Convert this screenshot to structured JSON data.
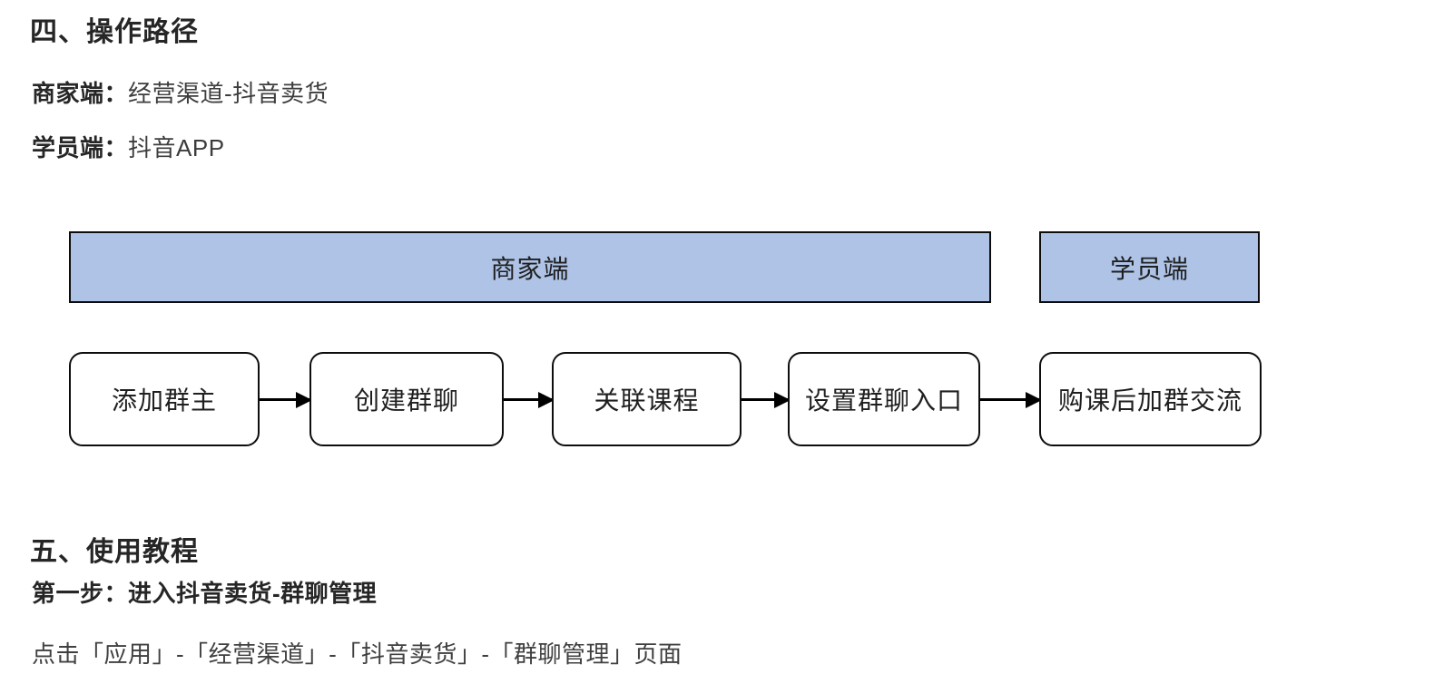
{
  "section_operation_path": {
    "heading": "四、操作路径",
    "lines": [
      {
        "label": "商家端：",
        "value": "经营渠道-抖音卖货"
      },
      {
        "label": "学员端：",
        "value": "抖音APP"
      }
    ]
  },
  "diagram": {
    "lanes": [
      {
        "label": "商家端"
      },
      {
        "label": "学员端"
      }
    ],
    "steps": [
      "添加群主",
      "创建群聊",
      "关联课程",
      "设置群聊入口",
      "购课后加群交流"
    ],
    "colors": {
      "lane_fill": "#AEC3E6",
      "border": "#0d0d0d",
      "step_fill": "#ffffff"
    }
  },
  "section_tutorial": {
    "heading": "五、使用教程",
    "step_heading": "第一步：进入抖音卖货-群聊管理",
    "body": "点击「应用」-「经营渠道」-「抖音卖货」-「群聊管理」页面"
  }
}
